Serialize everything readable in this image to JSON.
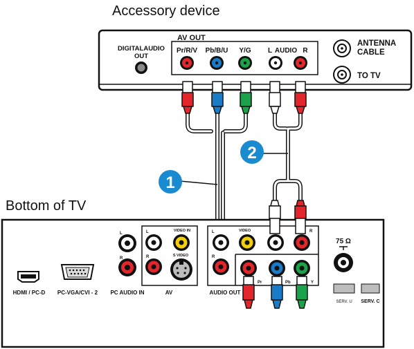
{
  "titles": {
    "accessory": "Accessory device",
    "tv": "Bottom of TV"
  },
  "accessory": {
    "digital_audio_line1": "DIGITALAUDIO",
    "digital_audio_line2": "OUT",
    "av_out": "AV OUT",
    "pr": "Pr/R/V",
    "pb": "Pb/B/U",
    "y": "Y/G",
    "audio_l": "L",
    "audio": "AUDIO",
    "audio_r": "R",
    "antenna_line1": "ANTENNA",
    "antenna_line2": "CABLE",
    "to_tv": "TO TV"
  },
  "callouts": {
    "one": "1",
    "two": "2"
  },
  "tv": {
    "hdmi": "HDMI / PC-D",
    "pcvga": "PC-VGA/CVI - 2",
    "pc_audio_in": "PC AUDIO IN",
    "av": "AV",
    "audio_out": "AUDIO OUT",
    "ohm": "75 Ω",
    "serv_u": "SERV. U",
    "serv_c": "SERV. C",
    "l": "L",
    "r": "R",
    "video": "VIDEO",
    "video_in": "VIDEO IN",
    "svideo": "S VIDEO",
    "pr": "Pr",
    "pb": "Pb",
    "y": "Y"
  },
  "colors": {
    "red": "#e2262b",
    "blue": "#1a7cc6",
    "green": "#1aa34a",
    "yellow": "#f4d00c",
    "white": "#ffffff",
    "grey": "#8a8a8a",
    "callout": "#1a8bd0",
    "panel_stroke": "#111111"
  }
}
